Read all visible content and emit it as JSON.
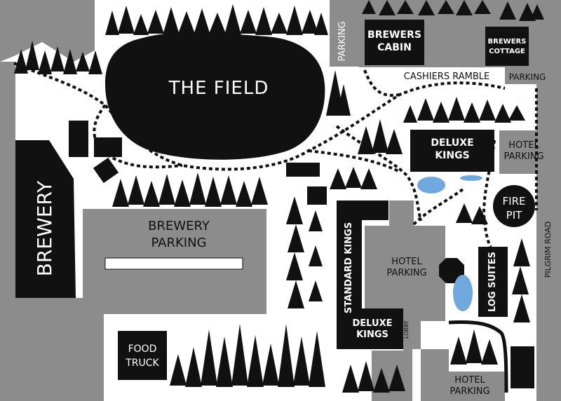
{
  "labels": {
    "the_field": "THE FIELD",
    "brewery": "BREWERY",
    "brewery_parking_1": "BREWERY",
    "brewery_parking_2": "PARKING",
    "brewers_cabin_1": "BREWERS",
    "brewers_cabin_2": "CABIN",
    "brewers_cottage_1": "BREWERS",
    "brewers_cottage_2": "COTTAGE",
    "parking_top": "PARKING",
    "parking_right": "PARKING",
    "cashiers_ramble": "CASHIERS RAMBLE",
    "deluxe_kings_top_1": "DELUXE",
    "deluxe_kings_top_2": "KINGS",
    "hotel_parking_right_1": "HOTEL",
    "hotel_parking_right_2": "PARKING",
    "fire_pit_1": "FIRE",
    "fire_pit_2": "PIT",
    "standard_kings": "STANDARD KINGS",
    "hotel_parking_center_1": "HOTEL",
    "hotel_parking_center_2": "PARKING",
    "log_suites": "LOG SUITES",
    "pilgrim_road": "PILGRIM ROAD",
    "deluxe_kings_bottom_1": "DELUXE",
    "deluxe_kings_bottom_2": "KINGS",
    "lobby": "LOBBY",
    "food_truck_1": "FOOD",
    "food_truck_2": "TRUCK",
    "hotel_parking_bottom_1": "HOTEL",
    "hotel_parking_bottom_2": "PARKING"
  },
  "colors": {
    "parking_gray": "#8c8c8c",
    "building_black": "#111111",
    "water_blue": "#6fa8dc",
    "background": "#ffffff"
  }
}
